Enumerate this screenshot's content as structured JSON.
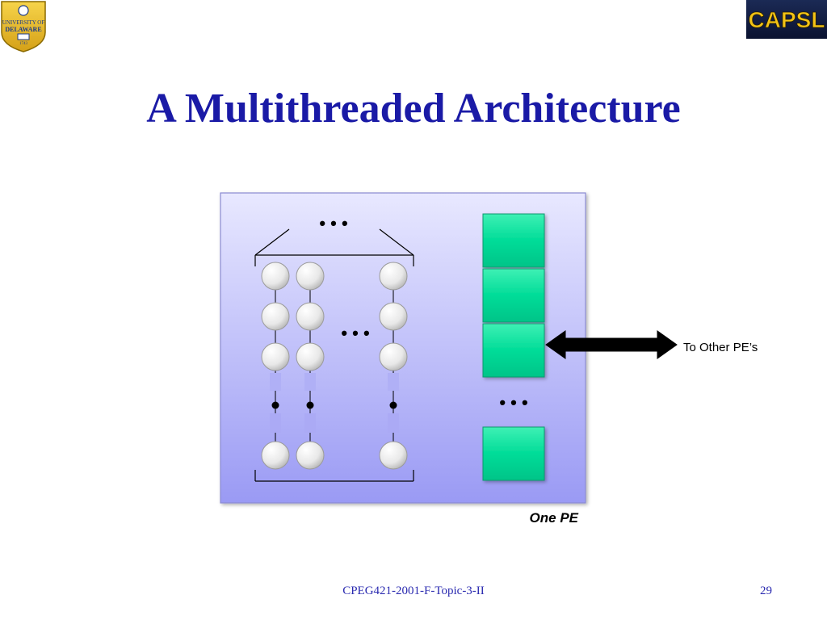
{
  "slide": {
    "title": "A Multithreaded Architecture",
    "footer_text": "CPEG421-2001-F-Topic-3-II",
    "page_number": "29"
  },
  "logos": {
    "left": {
      "name": "university-of-delaware-logo",
      "text_lines": [
        "UNIVERSITY OF",
        "DELAWARE",
        "1743"
      ]
    },
    "right": {
      "name": "capsl-logo",
      "text": "CAPSL"
    }
  },
  "diagram": {
    "pe_label": "One PE",
    "link_label": "To Other PE’s",
    "ellipsis": "• • •",
    "colors": {
      "pe_box_top": "#e6e6ff",
      "pe_box_bottom": "#9b9bf5",
      "pe_box_border": "#8080cc",
      "register_fill": "#00d898",
      "register_highlight": "#5af0c0",
      "thread_node": "#f0f0f0",
      "arrow": "#000000",
      "title": "#1a1aa6"
    }
  }
}
